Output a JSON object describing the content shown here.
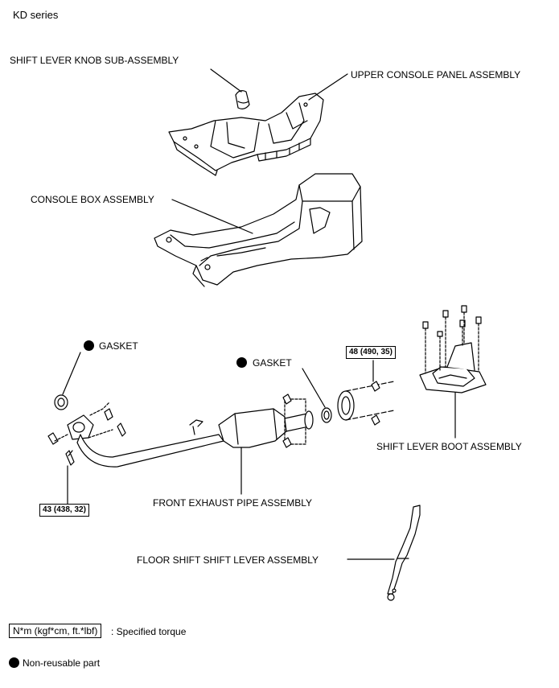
{
  "header": {
    "series": "KD series"
  },
  "labels": {
    "shift_lever_knob": "SHIFT LEVER KNOB SUB-ASSEMBLY",
    "upper_console_panel": "UPPER CONSOLE PANEL ASSEMBLY",
    "console_box": "CONSOLE BOX ASSEMBLY",
    "gasket_left": "GASKET",
    "gasket_right": "GASKET",
    "shift_lever_boot": "SHIFT LEVER BOOT ASSEMBLY",
    "front_exhaust_pipe": "FRONT EXHAUST PIPE ASSEMBLY",
    "floor_shift_lever": "FLOOR SHIFT SHIFT LEVER ASSEMBLY"
  },
  "torques": {
    "right_flange": "48 (490, 35)",
    "left_flange": "43 (438, 32)"
  },
  "legend": {
    "torque_box": "N*m (kgf*cm, ft.*lbf)",
    "torque_desc": ": Specified torque",
    "non_reusable": "Non-reusable part"
  }
}
